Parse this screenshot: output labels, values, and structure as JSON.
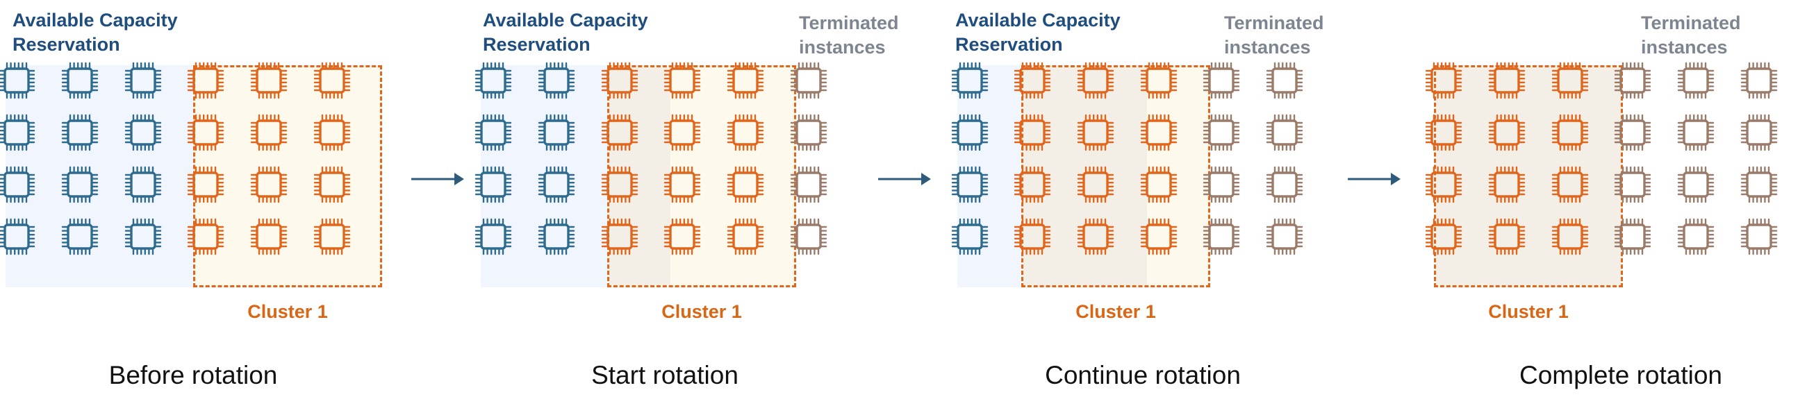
{
  "labels": {
    "available_capacity": "Available Capacity\nReservation",
    "terminated": "Terminated\ninstances",
    "cluster": "Cluster 1"
  },
  "captions": {
    "before": "Before rotation",
    "start": "Start rotation",
    "continue": "Continue rotation",
    "complete": "Complete rotation"
  },
  "colors": {
    "available": "#2e6b8e",
    "cluster": "#e0661d",
    "terminated": "#9a7b6a",
    "arrow": "#2e5a7c"
  },
  "icons": {
    "instance": "cpu-chip-icon",
    "arrow": "arrow-right-icon"
  }
}
